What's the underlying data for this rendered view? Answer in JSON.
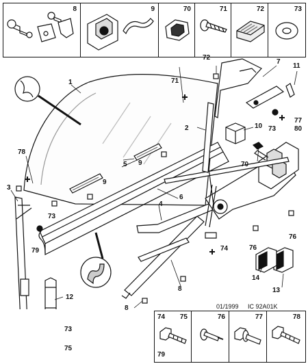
{
  "top_parts": [
    "8",
    "9",
    "70",
    "71",
    "72",
    "73"
  ],
  "bottom_parts": {
    "c1_a": "74",
    "c1_b": "75",
    "c1_c": "79",
    "c2": "76",
    "c3": "77",
    "c4": "78"
  },
  "callouts": {
    "c1": "1",
    "c2": "2",
    "c3": "3",
    "c4": "4",
    "c5": "5",
    "c6": "6",
    "c7": "7",
    "c8a": "8",
    "c8b": "8",
    "c9a": "9",
    "c9b": "9",
    "c10": "10",
    "c11": "11",
    "c12": "12",
    "c13": "13",
    "c14": "14",
    "c70": "70",
    "c71": "71",
    "c72": "72",
    "c73a": "73",
    "c73b": "73",
    "c73c": "73",
    "c74": "74",
    "c75": "75",
    "c76a": "76",
    "c76b": "76",
    "c77": "77",
    "c78": "78",
    "c79": "79",
    "c80": "80"
  },
  "reference": {
    "date": "01/1999",
    "code": "IC 92A01K"
  }
}
